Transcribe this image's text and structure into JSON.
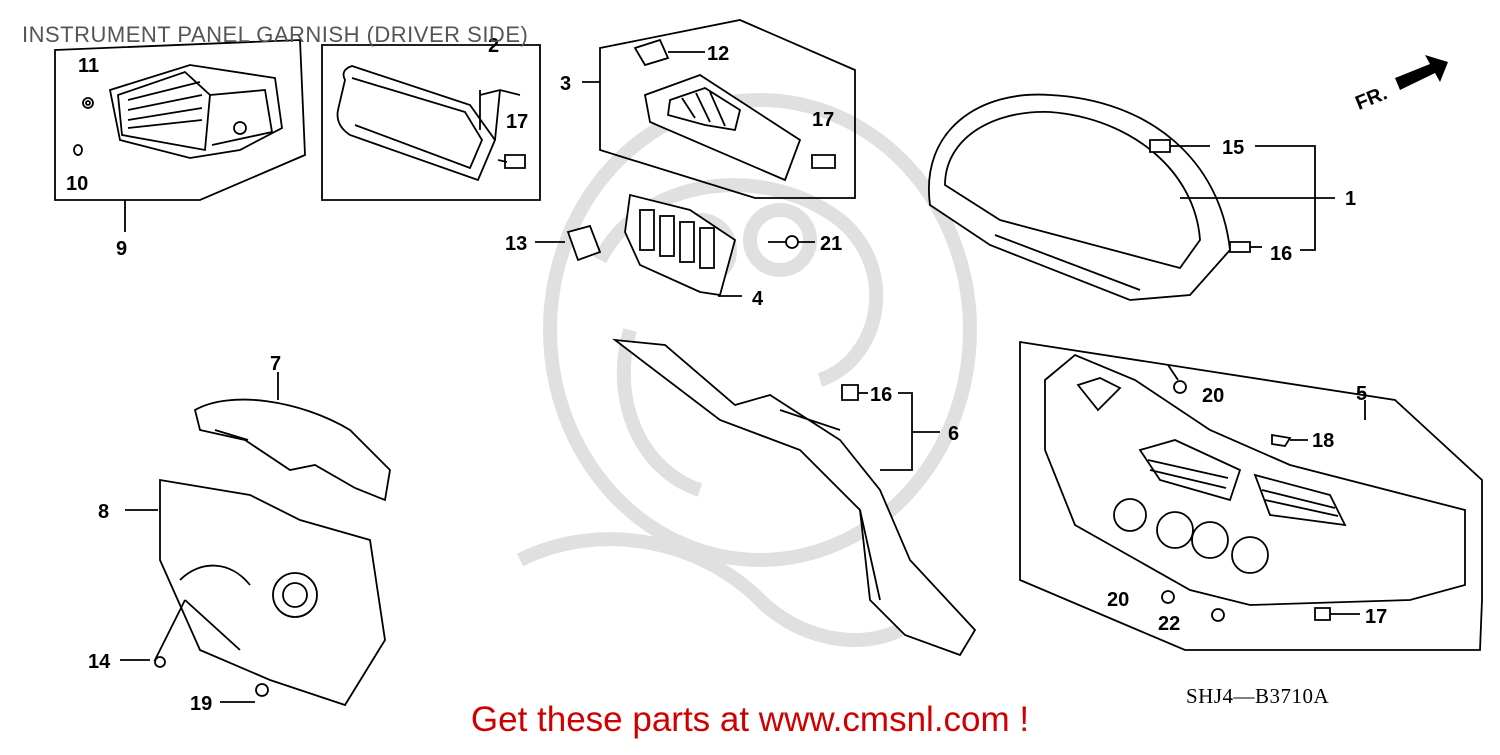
{
  "title": "INSTRUMENT PANEL GARNISH (DRIVER SIDE)",
  "diagram_code": "SHJ4—B3710A",
  "call_to_action": "Get these parts at www.cmsnl.com !",
  "direction_label": "FR.",
  "colors": {
    "cta": "#d00000",
    "line": "#000000",
    "watermark": "#dcdcdc"
  },
  "part_numbers": {
    "p1": "1",
    "p2": "2",
    "p3": "3",
    "p4": "4",
    "p5": "5",
    "p6": "6",
    "p7": "7",
    "p8": "8",
    "p9": "9",
    "p10": "10",
    "p11": "11",
    "p12": "12",
    "p13": "13",
    "p14": "14",
    "p15": "15",
    "p16a": "16",
    "p16b": "16",
    "p17a": "17",
    "p17b": "17",
    "p17c": "17",
    "p18": "18",
    "p19": "19",
    "p20a": "20",
    "p20b": "20",
    "p21": "21",
    "p22": "22"
  }
}
